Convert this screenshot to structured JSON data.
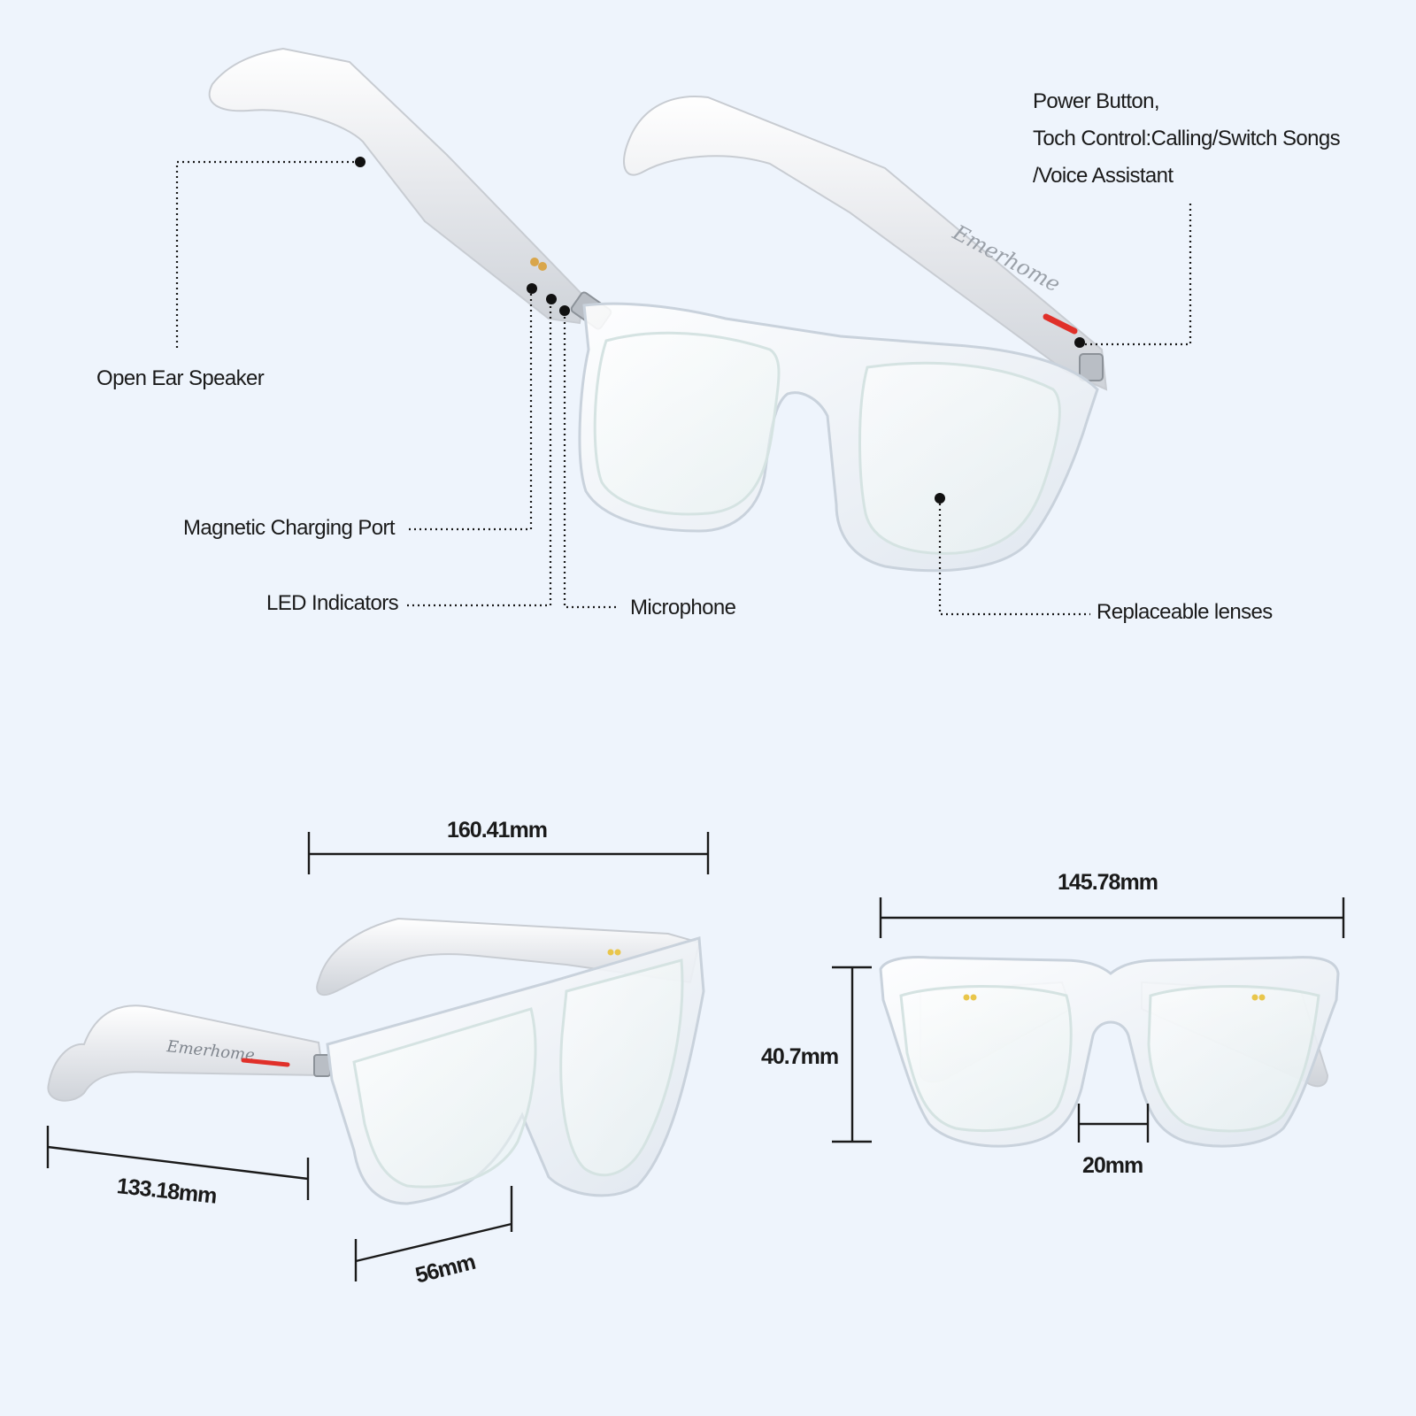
{
  "brand": {
    "logo_text": "Emerhome",
    "accent_color": "#e0302a",
    "contact_color": "#d9a64a"
  },
  "callouts": {
    "power_button": [
      "Power Button,",
      "Toch Control:Calling/Switch Songs",
      "/Voice Assistant"
    ],
    "open_ear_speaker": "Open Ear Speaker",
    "magnetic_charging_port": "Magnetic Charging Port",
    "led_indicators": "LED Indicators",
    "microphone": "Microphone",
    "replaceable_lenses": "Replaceable lenses"
  },
  "dimensions": {
    "overall_length": "160.41mm",
    "frame_width": "145.78mm",
    "frame_height": "40.7mm",
    "bridge_width": "20mm",
    "temple_length": "133.18mm",
    "lens_width": "56mm"
  }
}
